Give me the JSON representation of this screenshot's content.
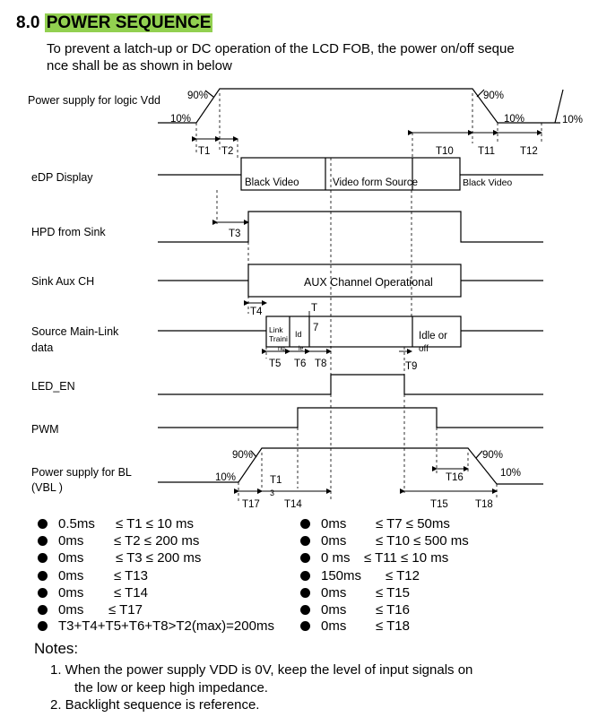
{
  "section": {
    "number": "8.0",
    "title": "POWER SEQUENCE"
  },
  "intro": {
    "line1": "To prevent a latch-up or DC operation of the LCD FOB, the power on/off seque",
    "line2": "nce shall  be as shown in below"
  },
  "signals": {
    "vdd": "Power supply for logic Vdd",
    "edp": "eDP Display",
    "hpd": "HPD from Sink",
    "aux": "Sink Aux CH",
    "mainlink1": "Source Main-Link",
    "mainlink2": "data",
    "led": "LED_EN",
    "pwm": "PWM",
    "bl1": "Power supply for BL",
    "bl2": "(VBL )"
  },
  "diagram": {
    "p90": "90%",
    "p10": "10%",
    "black_video": "Black Video",
    "video_from_source": "Video form Source",
    "aux_operational": "AUX Channel Operational",
    "link_training_1": "Link",
    "link_training_2": "Traini",
    "link_training_3": "ng",
    "idle_short": "Id",
    "idle_short_2": "le",
    "idle_or_1": "Idle or",
    "idle_or_2": "off",
    "t1": "T1",
    "t2": "T2",
    "t3": "T3",
    "t4": "T4",
    "t5": "T5",
    "t6": "T6",
    "t7a": "T",
    "t7b": "7",
    "t8": "T8",
    "t9": "T9",
    "t10": "T10",
    "t11": "T11",
    "t12": "T12",
    "t13a": "T1",
    "t13b": "3",
    "t14": "T14",
    "t15": "T15",
    "t16": "T16",
    "t17": "T17",
    "t18": "T18"
  },
  "conditions": {
    "left": [
      {
        "min": "0.5ms",
        "rel": "≤ T1 ≤  10 ms"
      },
      {
        "min": "0ms",
        "rel": "≤ T2 ≤  200 ms"
      },
      {
        "min": "0ms",
        "rel": "≤ T3 ≤  200 ms"
      },
      {
        "min": "0ms",
        "rel": "≤ T13"
      },
      {
        "min": "0ms",
        "rel": "≤ T14"
      },
      {
        "min": "0ms",
        "rel": "≤ T17"
      },
      {
        "min": "T3+T4+T5+T6+T8>T2(max)=200ms",
        "rel": ""
      }
    ],
    "right": [
      {
        "min": "0ms",
        "rel": "≤ T7 ≤  50ms"
      },
      {
        "min": "0ms",
        "rel": "≤ T10 ≤   500 ms"
      },
      {
        "min": "0 ms",
        "rel": "≤ T11 ≤  10 ms"
      },
      {
        "min": "150ms",
        "rel": "≤ T12"
      },
      {
        "min": "0ms",
        "rel": "≤ T15"
      },
      {
        "min": "0ms",
        "rel": "≤ T16"
      },
      {
        "min": "0ms",
        "rel": "≤ T18"
      }
    ]
  },
  "notes": {
    "title": "Notes:",
    "n1a": "1.  When the power supply VDD is 0V, keep the level of input signals on",
    "n1b": "the low or keep high impedance.",
    "n2": "2.  Backlight sequence is reference."
  }
}
